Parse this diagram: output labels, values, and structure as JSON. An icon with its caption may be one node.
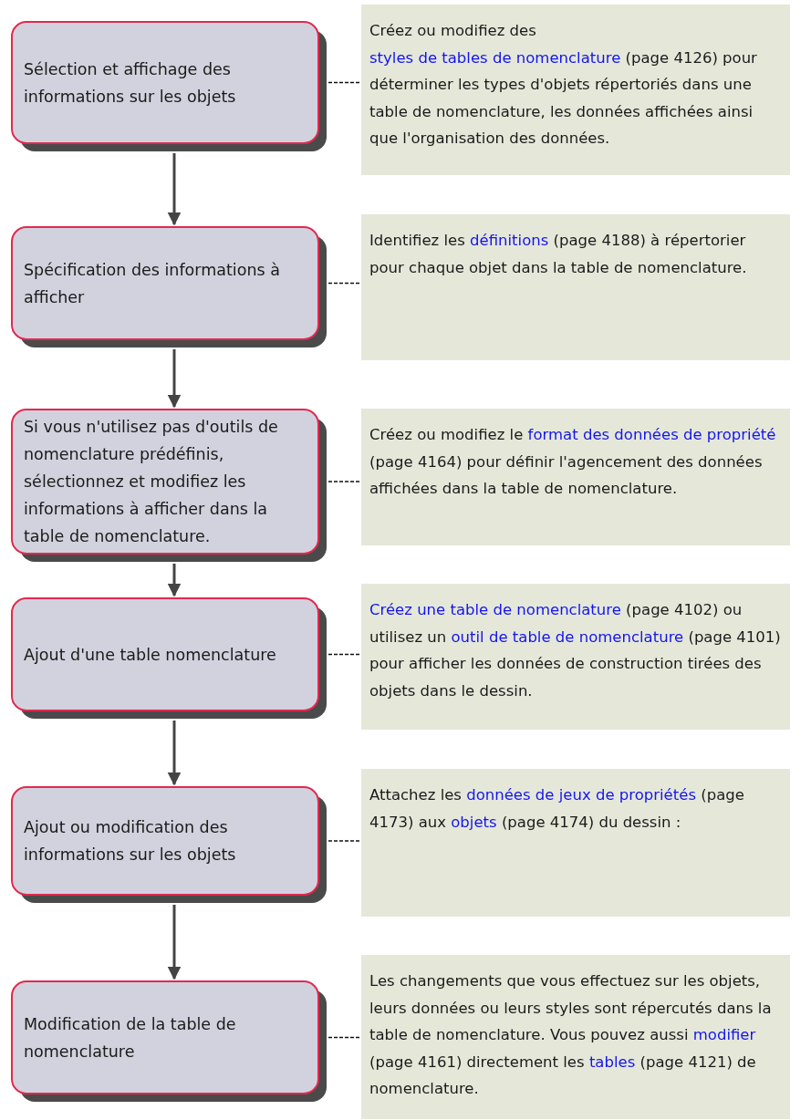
{
  "diagram": {
    "nodes": [
      {
        "text": [
          "Sélection et affichage des informations sur les objets"
        ]
      },
      {
        "text": [
          "Créez ou modifiez des styles de tables de nomenclature (page 4126) pour déterminer les types d'objets répertoriés dans une table de nomenclature, les données affichées ainsi que l'organisation des données."
        ]
      },
      {
        "text": [
          "Spécification des informations à afficher"
        ]
      },
      {
        "text": [
          "Identifiez les définitions (page 4188) à répertorier pour chaque objet dans la table de nomenclature."
        ]
      },
      {
        "text": [
          "Si vous n'utilisez pas d'outils de nomenclature prédéfinis, sélectionnez et modifiez les informations à afficher dans la table de nomenclature."
        ]
      },
      {
        "text": [
          "Créez ou modifiez le format des données de propriété (page 4164) pour définir l'agencement des données affichées dans la table de nomenclature."
        ]
      },
      {
        "text": [
          "Ajout d'une table nomenclature"
        ]
      },
      {
        "text": [
          "Créez une table de nomenclature (page 4102) ou utilisez un outil de table de nomenclature (page 4101) pour afficher les données de construction tirées des objets dans le dessin."
        ]
      },
      {
        "text": [
          "Ajout ou modification des informations sur les objets"
        ]
      },
      {
        "text": [
          "Attachez les données de jeux de propriétés (page 4173) aux objets (page 4174) du dessin :"
        ]
      },
      {
        "text": [
          "Modification de la table de nomenclature"
        ]
      },
      {
        "text": [
          "Les changements que vous effectuez sur les objets, leurs données ou leurs styles sont répercutés dans la table de nomenclature. Vous pouvez aussi modifier (page 4161) directement les tables (page 4121) de nomenclature."
        ]
      }
    ],
    "edges": [
      {
        "from": 0,
        "to": 2,
        "arrow": "to"
      },
      {
        "from": 2,
        "to": 4,
        "arrow": "to"
      },
      {
        "from": 4,
        "to": 6,
        "arrow": "to"
      },
      {
        "from": 6,
        "to": 8,
        "arrow": "to"
      },
      {
        "from": 8,
        "to": 10,
        "arrow": "to"
      },
      {
        "from": 0,
        "to": 1,
        "arrow": "none",
        "style": "dashed"
      },
      {
        "from": 2,
        "to": 3,
        "arrow": "none",
        "style": "dashed"
      },
      {
        "from": 4,
        "to": 5,
        "arrow": "none",
        "style": "dashed"
      },
      {
        "from": 6,
        "to": 7,
        "arrow": "none",
        "style": "dashed"
      },
      {
        "from": 8,
        "to": 9,
        "arrow": "none",
        "style": "dashed"
      },
      {
        "from": 10,
        "to": 11,
        "arrow": "none",
        "style": "dashed"
      }
    ]
  }
}
